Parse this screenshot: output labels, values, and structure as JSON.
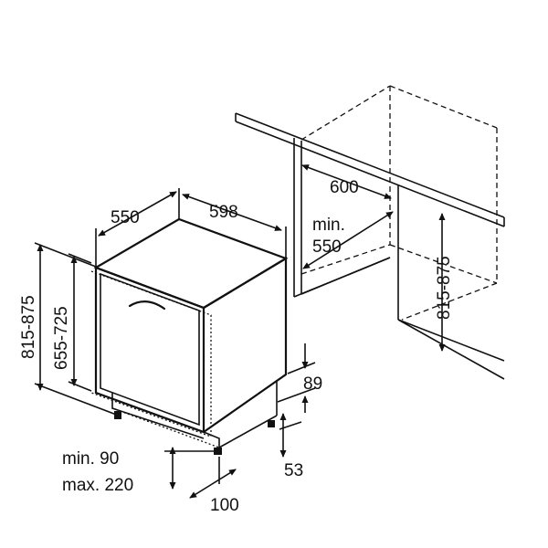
{
  "dimensions": {
    "width_598": "598",
    "depth_550": "550",
    "niche_width": "600",
    "niche_depth_line1": "min.",
    "niche_depth_line2": "550",
    "niche_height": "815-875",
    "total_height": "815-875",
    "door_height": "655-725",
    "plinth_89": "89",
    "plinth_53": "53",
    "kickboard_line1": "min. 90",
    "kickboard_line2": "max. 220",
    "offset_100": "100"
  }
}
